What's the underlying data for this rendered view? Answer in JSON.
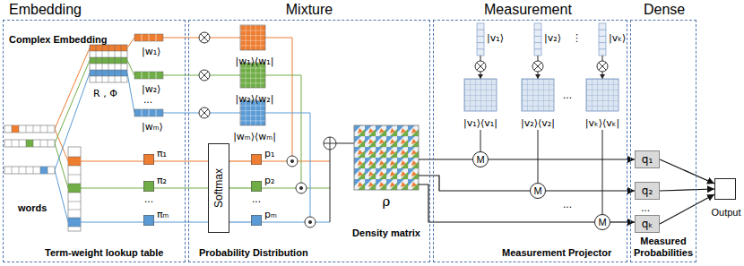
{
  "diagram": {
    "nodes": [
      {
        "text": [
          "Embedding",
          "Term-weight lookup table"
        ]
      },
      {
        "text": [
          "Mixture",
          "Probability Distribution"
        ]
      },
      {
        "text": [
          "Measurement",
          "Measurement Projector"
        ]
      },
      {
        "text": [
          "Dense",
          "Measured Probabilities"
        ]
      },
      {
        "text": [
          "π₁"
        ],
        "in": 0
      },
      {
        "text": [
          "π₂"
        ],
        "in": 0
      },
      {
        "text": [
          "πₘ"
        ],
        "in": 0
      },
      {
        "text": [
          "Softmax"
        ],
        "in": 1
      },
      {
        "text": [
          "p₁"
        ],
        "in": 1
      },
      {
        "text": [
          "p₂"
        ],
        "in": 1
      },
      {
        "text": [
          "pₘ"
        ],
        "in": 1
      },
      {
        "text": [
          "ρ",
          "Density matrix"
        ],
        "in": 1
      },
      {
        "text": [
          "M"
        ],
        "in": 2
      },
      {
        "text": [
          "M"
        ],
        "in": 2
      },
      {
        "text": [
          "M"
        ],
        "in": 2
      },
      {
        "text": [
          "q₁"
        ],
        "in": 3
      },
      {
        "text": [
          "q₂"
        ],
        "in": 3
      },
      {
        "text": [
          "qₖ"
        ],
        "in": 3
      },
      {
        "text": [
          "Output"
        ]
      }
    ],
    "edges": [
      {
        "from": 4,
        "to": 7,
        "arrow": "none"
      },
      {
        "from": 5,
        "to": 7,
        "arrow": "none"
      },
      {
        "from": 6,
        "to": 7,
        "arrow": "none"
      },
      {
        "from": 7,
        "to": 8,
        "arrow": "none"
      },
      {
        "from": 7,
        "to": 9,
        "arrow": "none"
      },
      {
        "from": 7,
        "to": 10,
        "arrow": "none"
      },
      {
        "from": 11,
        "to": 12,
        "arrow": "none"
      },
      {
        "from": 11,
        "to": 13,
        "arrow": "none"
      },
      {
        "from": 11,
        "to": 14,
        "arrow": "none"
      },
      {
        "from": 12,
        "to": 15,
        "arrow": "to"
      },
      {
        "from": 13,
        "to": 16,
        "arrow": "to"
      },
      {
        "from": 14,
        "to": 17,
        "arrow": "to"
      },
      {
        "from": 15,
        "to": 18,
        "arrow": "to"
      },
      {
        "from": 16,
        "to": 18,
        "arrow": "to"
      },
      {
        "from": 17,
        "to": 18,
        "arrow": "to"
      }
    ],
    "labels": [
      "Complex Embedding",
      "R , Φ",
      "|w₁⟩",
      "|w₂⟩",
      "...",
      "|wₘ⟩",
      "words",
      "...",
      "|w₁⟩⟨w₁|",
      "|w₂⟩⟨w₂|",
      "|wₘ⟩⟨wₘ|",
      "...",
      "|v₁⟩",
      "|v₂⟩",
      "⋮",
      "|vₖ⟩",
      "|v₁⟩⟨v₁|",
      "|v₂⟩⟨v₂|",
      "...",
      "|vₖ⟩⟨vₖ|",
      "...",
      "..."
    ]
  }
}
